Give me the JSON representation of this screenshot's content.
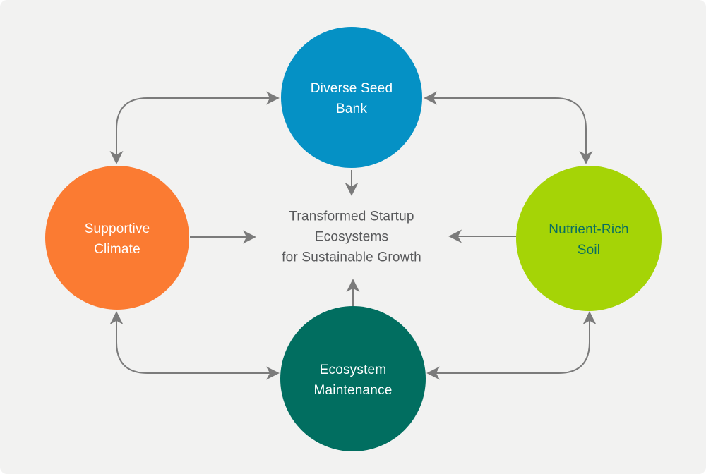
{
  "diagram": {
    "background_color": "#f2f2f1",
    "connector_color": "#7b7b7b",
    "center": {
      "label": "Transformed Startup\nEcosystems\nfor Sustainable Growth",
      "text_color": "#58595b"
    },
    "nodes": [
      {
        "id": "diverse-seed-bank",
        "position": "top",
        "label": "Diverse Seed\nBank",
        "color": "#0591c5",
        "text_color": "#ffffff"
      },
      {
        "id": "supportive-climate",
        "position": "left",
        "label": "Supportive\nClimate",
        "color": "#fb7b32",
        "text_color": "#ffffff"
      },
      {
        "id": "nutrient-rich-soil",
        "position": "right",
        "label": "Nutrient-Rich\nSoil",
        "color": "#a5d406",
        "text_color": "#0a6e60"
      },
      {
        "id": "ecosystem-maintenance",
        "position": "bottom",
        "label": "Ecosystem\nMaintenance",
        "color": "#016e60",
        "text_color": "#ffffff"
      }
    ],
    "connections": [
      {
        "from": "diverse-seed-bank",
        "to": "supportive-climate",
        "bidirectional": true
      },
      {
        "from": "diverse-seed-bank",
        "to": "nutrient-rich-soil",
        "bidirectional": true
      },
      {
        "from": "supportive-climate",
        "to": "ecosystem-maintenance",
        "bidirectional": true
      },
      {
        "from": "nutrient-rich-soil",
        "to": "ecosystem-maintenance",
        "bidirectional": true
      },
      {
        "from": "diverse-seed-bank",
        "to": "center",
        "bidirectional": false
      },
      {
        "from": "supportive-climate",
        "to": "center",
        "bidirectional": false
      },
      {
        "from": "nutrient-rich-soil",
        "to": "center",
        "bidirectional": false
      },
      {
        "from": "ecosystem-maintenance",
        "to": "center",
        "bidirectional": false
      }
    ]
  }
}
